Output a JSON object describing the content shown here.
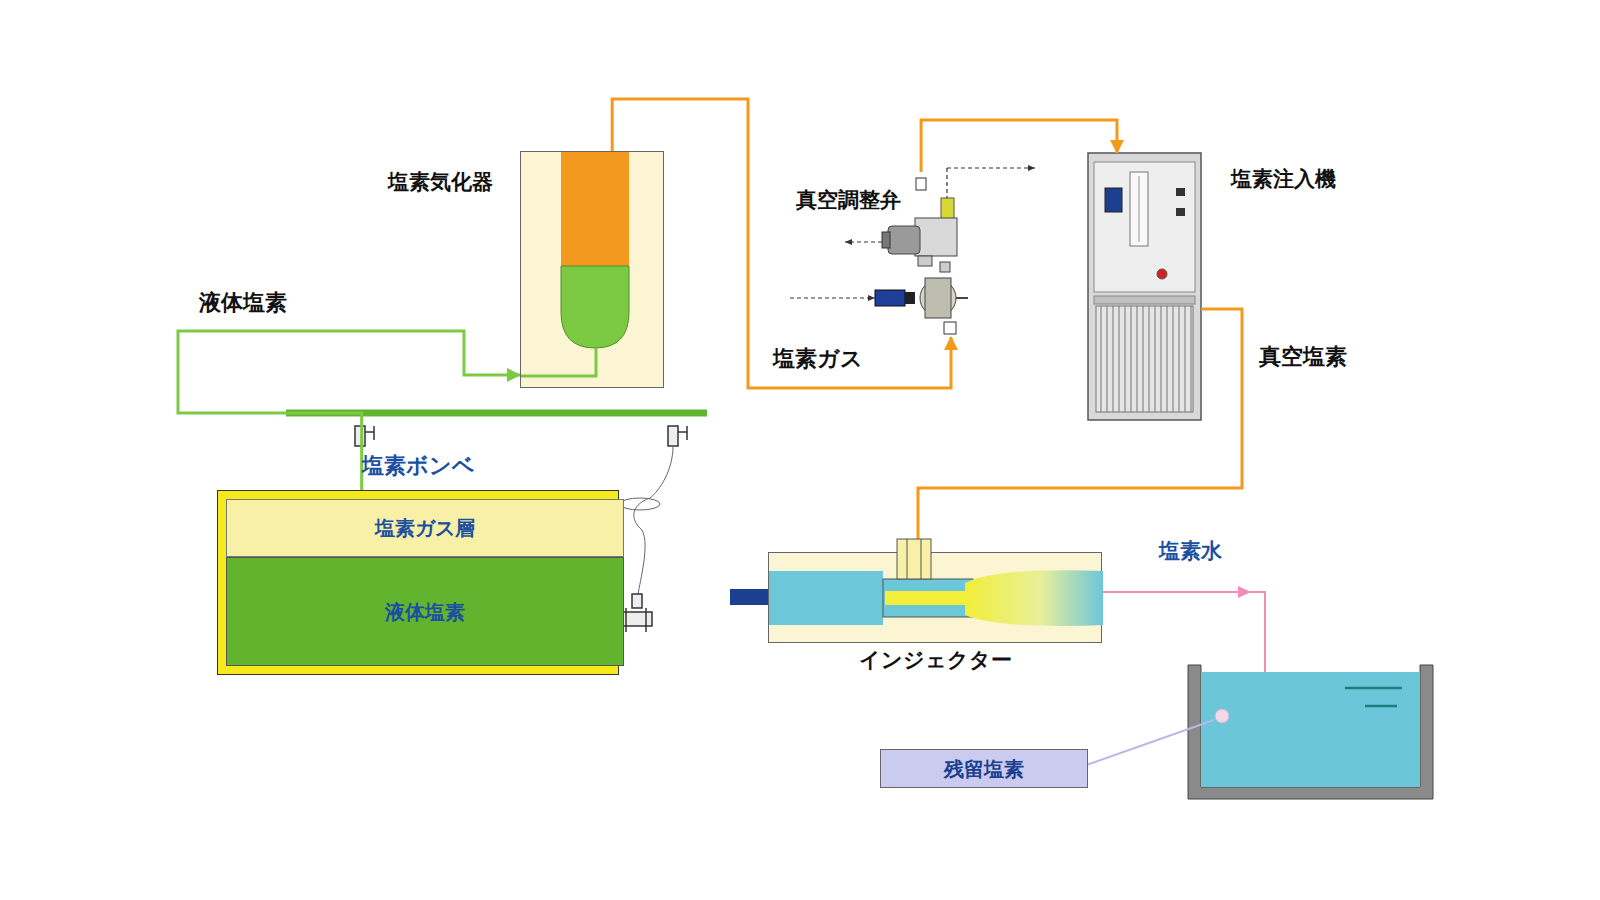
{
  "diagram": {
    "nodes": [
      {
        "text": [
          "塩素ボンベ"
        ]
      },
      {
        "text": [
          "塩素ガス層"
        ],
        "in": 0
      },
      {
        "text": [
          "液体塩素"
        ],
        "in": 0
      },
      {
        "text": [
          "塩素気化器"
        ]
      },
      {
        "text": [
          "真空調整弁"
        ]
      },
      {
        "text": [
          "塩素注入機"
        ]
      },
      {
        "text": [
          "インジェクター"
        ]
      },
      {
        "text": [
          "残留塩素"
        ]
      }
    ],
    "edges": [
      {
        "from": 0,
        "to": 3,
        "label": "液体塩素",
        "arrow": "to"
      },
      {
        "from": 3,
        "to": 4,
        "label": "塩素ガス",
        "arrow": "to"
      },
      {
        "from": 4,
        "to": 5,
        "arrow": "to"
      },
      {
        "from": 5,
        "to": 6,
        "label": "真空塩素",
        "arrow": "to"
      }
    ],
    "labels": [
      "塩素水"
    ]
  }
}
